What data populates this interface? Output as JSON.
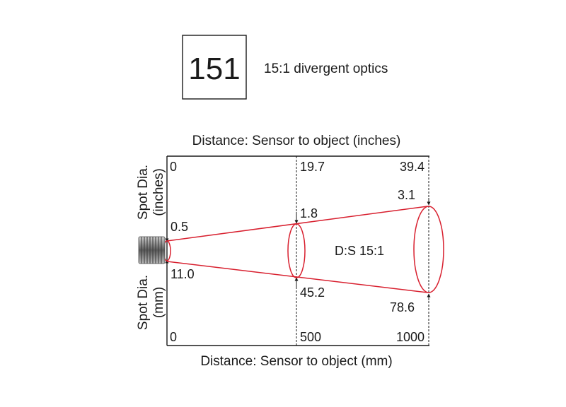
{
  "header": {
    "model_code": "151",
    "optics_label": "15:1 divergent optics"
  },
  "axes": {
    "top_label": "Distance: Sensor to object (inches)",
    "bottom_label": "Distance: Sensor to object (mm)",
    "left_top_label_line1": "Spot Dia.",
    "left_top_label_line2": "(inches)",
    "left_bottom_label_line1": "Spot Dia.",
    "left_bottom_label_line2": "(mm)"
  },
  "distances": {
    "inches": [
      "0",
      "19.7",
      "39.4"
    ],
    "mm": [
      "0",
      "500",
      "1000"
    ]
  },
  "spot_diameters": {
    "inches": [
      "0.5",
      "1.8",
      "3.1"
    ],
    "mm": [
      "11.0",
      "45.2",
      "78.6"
    ]
  },
  "ratio_label": "D:S 15:1",
  "colors": {
    "beam": "#d8202f",
    "frame": "#1a1a1a",
    "sensor_body": "#6d6d6d"
  },
  "icons": {
    "sensor": "threaded-sensor-head-icon"
  }
}
